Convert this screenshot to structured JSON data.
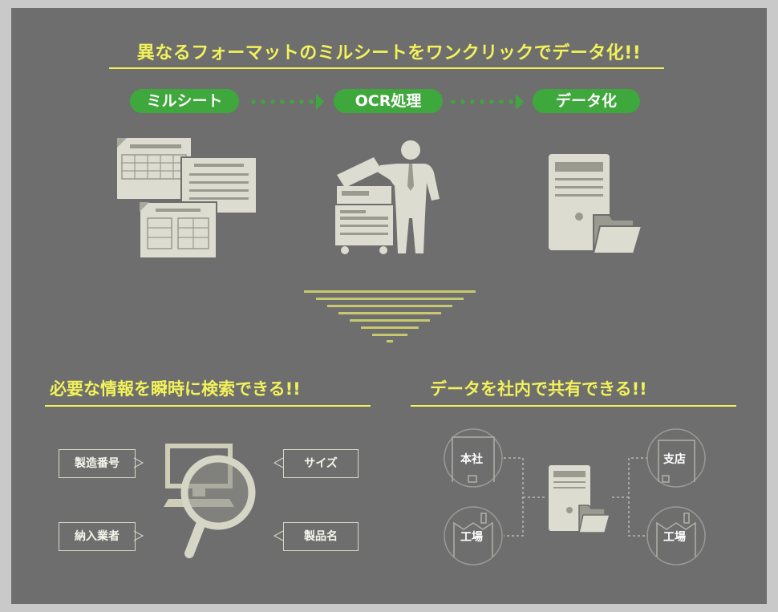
{
  "headline": "異なるフォーマットのミルシートをワンクリックでデータ化!!",
  "flow": {
    "step1": "ミルシート",
    "step2": "OCR処理",
    "step3": "データ化"
  },
  "left_section": {
    "title": "必要な情報を瞬時に検索できる!!",
    "tags": [
      "製造番号",
      "サイズ",
      "納入業者",
      "製品名"
    ]
  },
  "right_section": {
    "title": "データを社内で共有できる!!",
    "locations": [
      "本社",
      "支店",
      "工場",
      "工場"
    ]
  },
  "colors": {
    "background": "#6e6e6e",
    "accent_yellow": "#f2f25a",
    "pill_green": "#3fa83c",
    "icon_light": "#dcdcd0"
  }
}
